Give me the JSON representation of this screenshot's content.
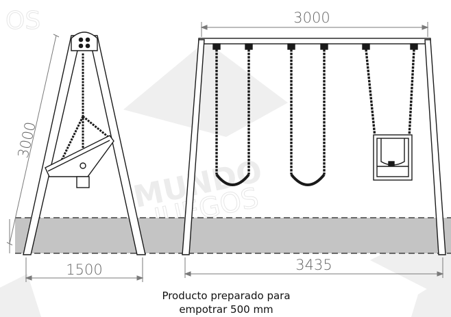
{
  "drawing": {
    "side_height": "3000",
    "side_width": "1500",
    "top_span": "3000",
    "bottom_span": "3435",
    "caption_line1": "Producto preparado para",
    "caption_line2": "empotrar 500 mm"
  },
  "watermark": {
    "line1": "MUNDO",
    "line2": "JUEGOS",
    "tl_fragment": "OS"
  },
  "colors": {
    "ground": "#c4c4c4",
    "line": "#1a1a1a",
    "dimension": "#7a7a7a",
    "watermark": "#ececec"
  }
}
